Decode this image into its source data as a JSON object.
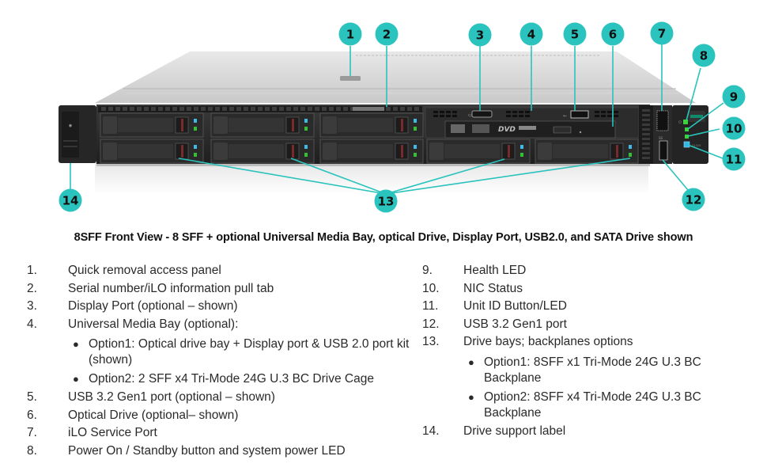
{
  "figure": {
    "caption": "8SFF Front View - 8 SFF + optional Universal Media Bay, optical Drive, Display Port, USB2.0, and SATA Drive shown",
    "callout_color": "#2ac3bd",
    "callouts": [
      "1",
      "2",
      "3",
      "4",
      "5",
      "6",
      "7",
      "8",
      "9",
      "10",
      "11",
      "12",
      "13",
      "14"
    ],
    "dvd_label": "DVD",
    "usb_label": "SS"
  },
  "components_left": [
    {
      "num": "1.",
      "label": "Quick removal access panel"
    },
    {
      "num": "2.",
      "label": "Serial number/iLO information pull tab"
    },
    {
      "num": "3.",
      "label": "Display Port (optional – shown)"
    },
    {
      "num": "4.",
      "label": "Universal Media Bay (optional):",
      "options": [
        "Option1: Optical drive bay + Display port & USB 2.0 port kit (shown)",
        "Option2: 2 SFF x4 Tri-Mode 24G U.3 BC Drive Cage"
      ]
    },
    {
      "num": "5.",
      "label": "USB 3.2 Gen1 port (optional – shown)"
    },
    {
      "num": "6.",
      "label": "Optical Drive (optional– shown)"
    },
    {
      "num": "7.",
      "label": "iLO Service Port"
    },
    {
      "num": "8.",
      "label": "Power On / Standby button and system power LED"
    }
  ],
  "components_right": [
    {
      "num": "9.",
      "label": "Health LED"
    },
    {
      "num": "10.",
      "label": "NIC Status"
    },
    {
      "num": "11.",
      "label": "Unit ID Button/LED"
    },
    {
      "num": "12.",
      "label": "USB 3.2 Gen1 port"
    },
    {
      "num": "13.",
      "label": "Drive bays; backplanes options",
      "options": [
        "Option1: 8SFF x1 Tri-Mode 24G U.3 BC Backplane",
        "Option2: 8SFF x4 Tri-Mode 24G U.3 BC Backplane"
      ]
    },
    {
      "num": "14.",
      "label": "Drive support label"
    }
  ]
}
